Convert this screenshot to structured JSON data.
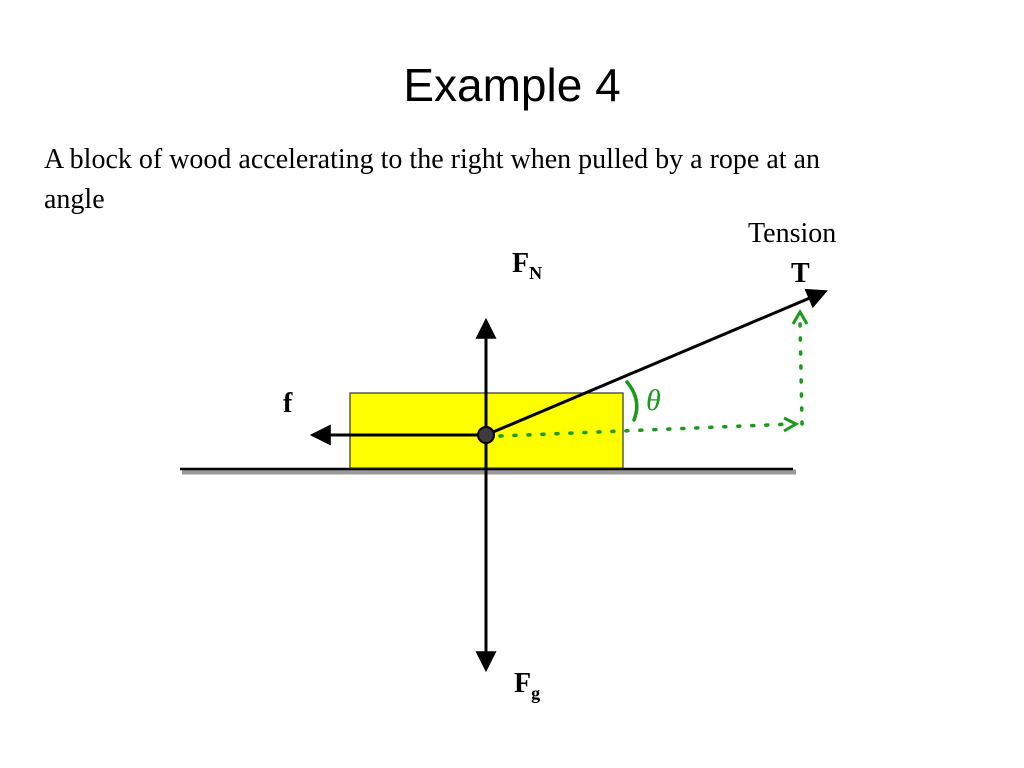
{
  "slide": {
    "title": "Example 4",
    "text": "A block of wood accelerating to the right when pulled by a rope at an angle"
  },
  "diagram": {
    "labels": {
      "normal_force": "F",
      "normal_force_sub": "N",
      "gravity_force": "F",
      "gravity_force_sub": "g",
      "friction": "f",
      "tension_word": "Tension",
      "tension_symbol": "T",
      "angle": "θ"
    },
    "colors": {
      "block_fill": "#ffff00",
      "annotation": "#1a9a1a",
      "vector": "#000000"
    }
  }
}
